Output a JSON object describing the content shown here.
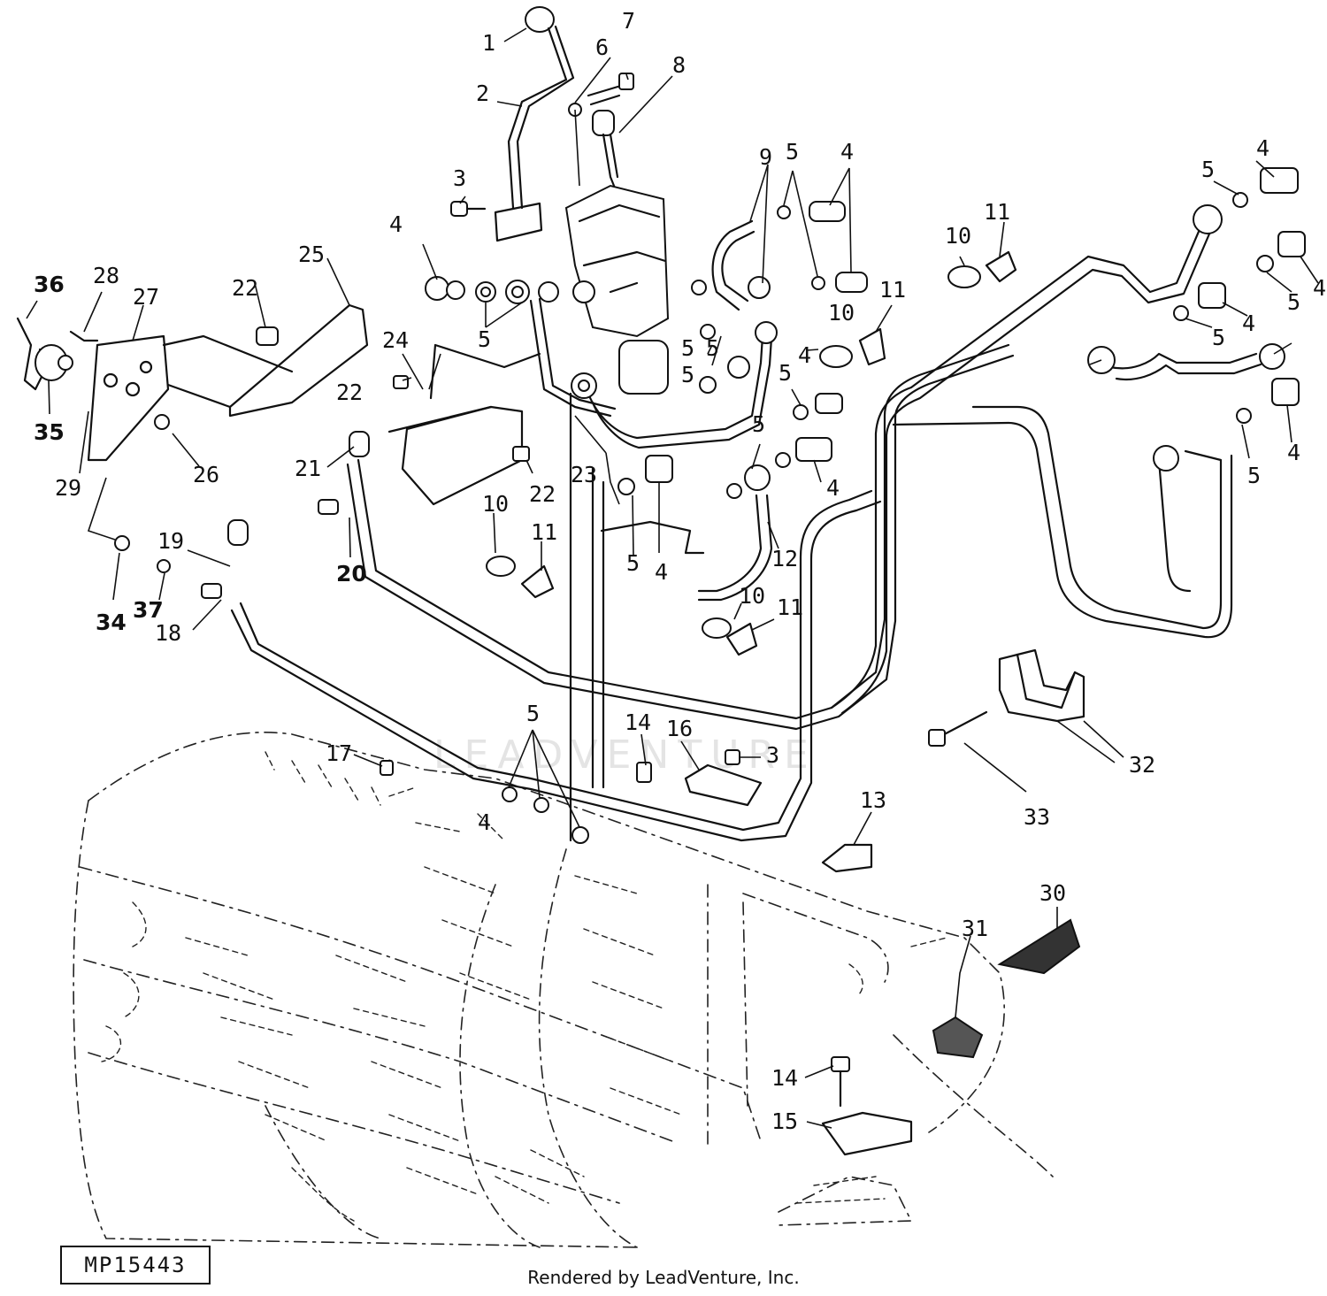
{
  "diagram": {
    "ref_code": "MP15443",
    "credit": "Rendered by LeadVenture, Inc.",
    "watermark": "LEADVENTURE",
    "callouts": [
      {
        "label": "1"
      },
      {
        "label": "2"
      },
      {
        "label": "3"
      },
      {
        "label": "3"
      },
      {
        "label": "4"
      },
      {
        "label": "4"
      },
      {
        "label": "4"
      },
      {
        "label": "4"
      },
      {
        "label": "4"
      },
      {
        "label": "4"
      },
      {
        "label": "4"
      },
      {
        "label": "4"
      },
      {
        "label": "4"
      },
      {
        "label": "4"
      },
      {
        "label": "5"
      },
      {
        "label": "5"
      },
      {
        "label": "5"
      },
      {
        "label": "5"
      },
      {
        "label": "5"
      },
      {
        "label": "5"
      },
      {
        "label": "5"
      },
      {
        "label": "5"
      },
      {
        "label": "5"
      },
      {
        "label": "5"
      },
      {
        "label": "5"
      },
      {
        "label": "5"
      },
      {
        "label": "5"
      },
      {
        "label": "6"
      },
      {
        "label": "7"
      },
      {
        "label": "8"
      },
      {
        "label": "9"
      },
      {
        "label": "10"
      },
      {
        "label": "10"
      },
      {
        "label": "10"
      },
      {
        "label": "10"
      },
      {
        "label": "11"
      },
      {
        "label": "11"
      },
      {
        "label": "11"
      },
      {
        "label": "11"
      },
      {
        "label": "12"
      },
      {
        "label": "13"
      },
      {
        "label": "14"
      },
      {
        "label": "14"
      },
      {
        "label": "15"
      },
      {
        "label": "16"
      },
      {
        "label": "17"
      },
      {
        "label": "18"
      },
      {
        "label": "19"
      },
      {
        "label": "20"
      },
      {
        "label": "21"
      },
      {
        "label": "22"
      },
      {
        "label": "22"
      },
      {
        "label": "22"
      },
      {
        "label": "23"
      },
      {
        "label": "24"
      },
      {
        "label": "25"
      },
      {
        "label": "26"
      },
      {
        "label": "27"
      },
      {
        "label": "28"
      },
      {
        "label": "29"
      },
      {
        "label": "30"
      },
      {
        "label": "31"
      },
      {
        "label": "32"
      },
      {
        "label": "33"
      },
      {
        "label": "34"
      },
      {
        "label": "35"
      },
      {
        "label": "36"
      },
      {
        "label": "37"
      }
    ]
  }
}
